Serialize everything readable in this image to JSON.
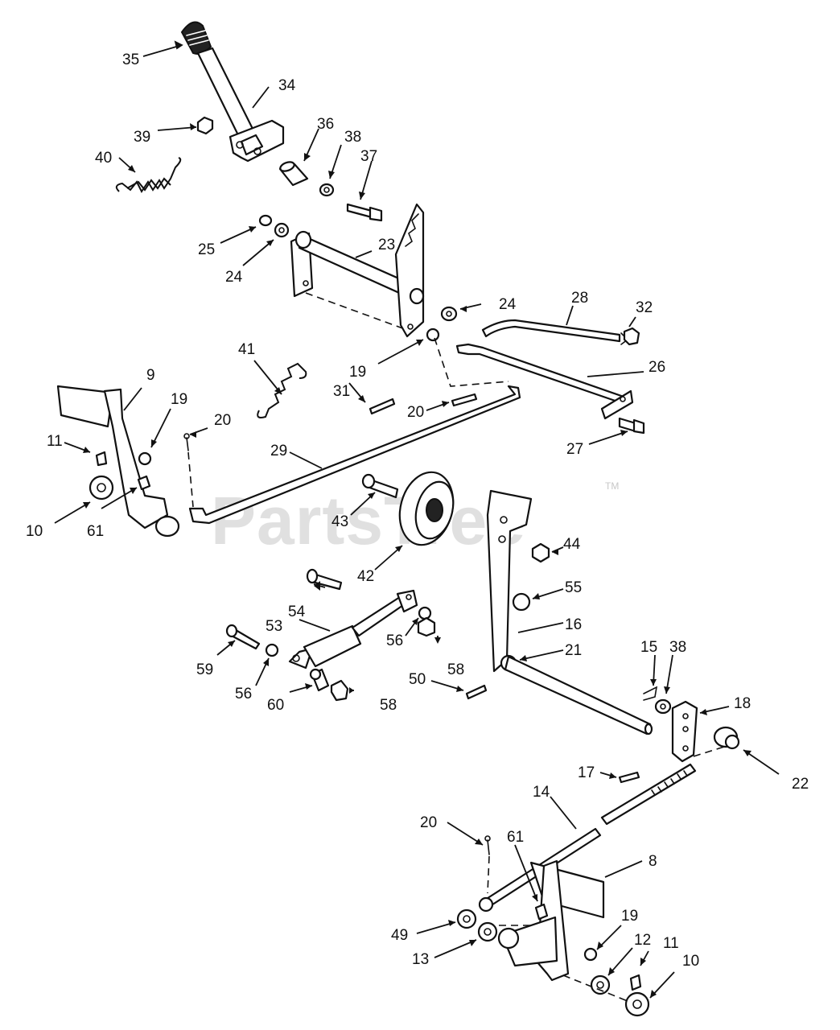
{
  "watermark": {
    "text": "PartsTree",
    "trademark": "TM"
  },
  "labels": {
    "p35": "35",
    "p34": "34",
    "p39": "39",
    "p40": "40",
    "p36": "36",
    "p38a": "38",
    "p37": "37",
    "p25": "25",
    "p24a": "24",
    "p23": "23",
    "p24b": "24",
    "p28": "28",
    "p32": "32",
    "p41": "41",
    "p19a": "19",
    "p9": "9",
    "p19b": "19",
    "p26": "26",
    "p31": "31",
    "p20a": "20",
    "p11a": "11",
    "p20b": "20",
    "p27": "27",
    "p29": "29",
    "p43": "43",
    "p10a": "10",
    "p61a": "61",
    "p44": "44",
    "p42": "42",
    "p55": "55",
    "p54": "54",
    "p16": "16",
    "p53": "53",
    "p56a": "56",
    "p21": "21",
    "p15": "15",
    "p38b": "38",
    "p58a": "58",
    "p50": "50",
    "p59": "59",
    "p56b": "56",
    "p60": "60",
    "p58b": "58",
    "p18": "18",
    "p17": "17",
    "p22": "22",
    "p14": "14",
    "p20c": "20",
    "p61b": "61",
    "p8": "8",
    "p19c": "19",
    "p49": "49",
    "p12": "12",
    "p11b": "11",
    "p10b": "10",
    "p13": "13"
  }
}
